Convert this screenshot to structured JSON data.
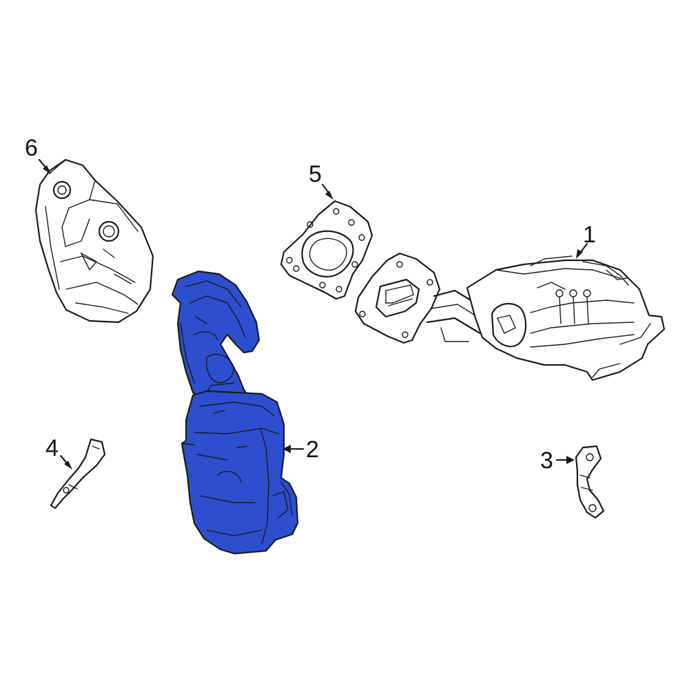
{
  "diagram": {
    "highlight_color": "#2d4fcf",
    "line_color": "#1a1a1a",
    "background": "#ffffff",
    "parts": [
      {
        "id": "1",
        "label": "1",
        "shape": "catalytic-converter-assembly"
      },
      {
        "id": "2",
        "label": "2",
        "shape": "catalytic-converter-highlighted",
        "highlighted": true
      },
      {
        "id": "3",
        "label": "3",
        "shape": "support-bracket"
      },
      {
        "id": "4",
        "label": "4",
        "shape": "support-bracket"
      },
      {
        "id": "5",
        "label": "5",
        "shape": "gasket"
      },
      {
        "id": "6",
        "label": "6",
        "shape": "heat-shield"
      }
    ]
  }
}
